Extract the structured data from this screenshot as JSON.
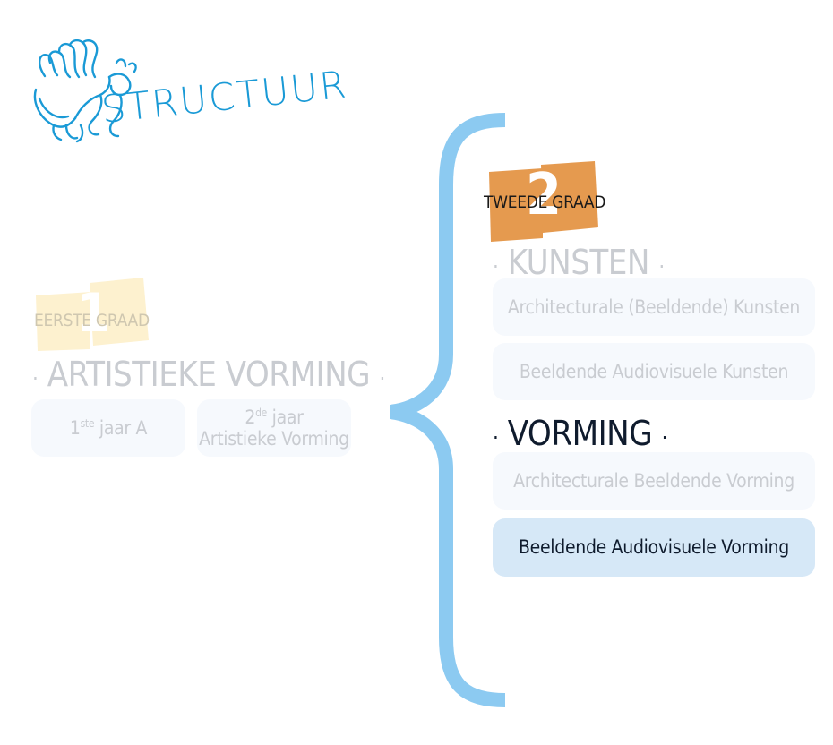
{
  "logo": {
    "wordmark": "STRUCTUUR",
    "icon": "griffin-icon",
    "color": "#1a9ad6"
  },
  "first_grade": {
    "numeral": "1",
    "label": "EERSTE GRAAD",
    "badge_color": "#fdf1cf",
    "heading": "ARTISTIEKE VORMING",
    "cards": [
      {
        "number": "1",
        "suffix": "ste",
        "rest": " jaar A"
      },
      {
        "number": "2",
        "suffix": "de",
        "rest": " jaar",
        "line2": "Artistieke Vorming"
      }
    ]
  },
  "brace": {
    "color": "#8ccaf1"
  },
  "second_grade": {
    "numeral": "2",
    "label": "TWEEDE GRAAD",
    "badge_color": "#e59a4f",
    "groups": [
      {
        "heading": "KUNSTEN",
        "items": [
          {
            "label": "Architecturale (Beeldende) Kunsten",
            "active": false
          },
          {
            "label": "Beeldende Audiovisuele Kunsten",
            "active": false
          }
        ]
      },
      {
        "heading": "VORMING",
        "items": [
          {
            "label": "Architecturale Beeldende Vorming",
            "active": false
          },
          {
            "label": "Beeldende Audiovisuele Vorming",
            "active": true
          }
        ]
      }
    ]
  }
}
